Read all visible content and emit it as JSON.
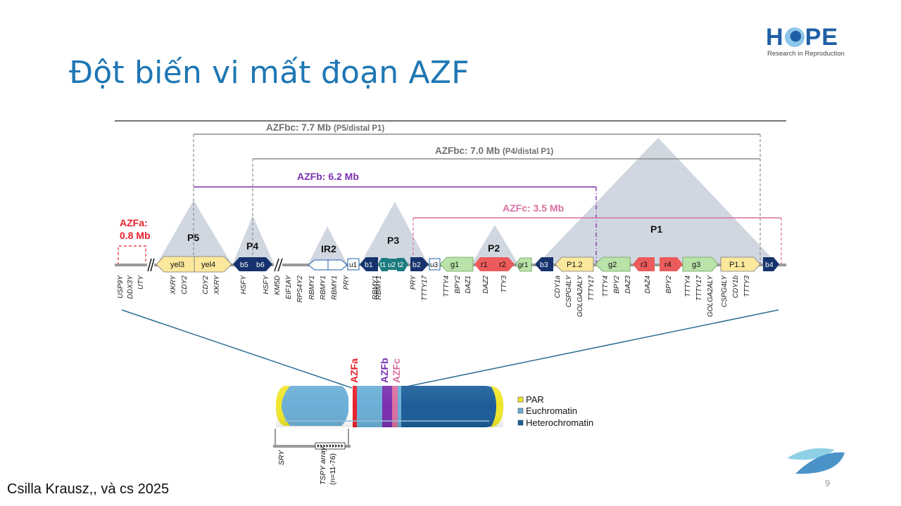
{
  "slide": {
    "title": "Đột biến vi mất đoạn AZF",
    "citation": "Csilla Krausz,, và cs 2025",
    "page_number": "9"
  },
  "logo": {
    "name_prefix": "H",
    "name_suffix": "PE",
    "tagline": "Research in Reproduction"
  },
  "colors": {
    "title_blue": "#1f77b4",
    "azfa_red": "#e8202a",
    "azfb_purple": "#7a2fb0",
    "azfc_pink": "#d96fa0",
    "bracket_gray": "#8c8c8c",
    "palindrome_fill": "#c9d0dc",
    "yel_fill": "#fbe89c",
    "g_fill": "#b9e3a8",
    "r_fill": "#ec5b5b",
    "b_fill": "#17336e",
    "t_fill": "#1c7b80",
    "heterochromatin": "#1b5d99",
    "euchromatin": "#6baed6",
    "par": "#f1e62a"
  },
  "brackets": {
    "azfbc_p5": {
      "bold": "AZFbc: 7.7 Mb",
      "rest": "(P5/distal P1)"
    },
    "azfbc_p4": {
      "bold": "AZFbc: 7.0 Mb",
      "rest": "(P4/distal P1)"
    },
    "azfb": "AZFb: 6.2 Mb",
    "azfc": "AZFc: 3.5 Mb",
    "azfa_line1": "AZFa:",
    "azfa_line2": "0.8 Mb"
  },
  "palindromes": {
    "p5": "P5",
    "p4": "P4",
    "ir2": "IR2",
    "p3": "P3",
    "p2": "P2",
    "p1": "P1"
  },
  "amplicons": {
    "yel3": "yel3",
    "yel4": "yel4",
    "b5": "b5",
    "b6": "b6",
    "u1": "u1",
    "b1": "b1",
    "t1": "t1",
    "u2": "u2",
    "t2": "t2",
    "b2": "b2",
    "u3": "u3",
    "g1": "g1",
    "r1": "r1",
    "r2": "r2",
    "gr1": "gr1",
    "b3": "b3",
    "p1_2": "P1.2",
    "g2": "g2",
    "r3": "r3",
    "r4": "r4",
    "g3": "g3",
    "p1_1": "P1.1",
    "b4": "b4"
  },
  "genes": [
    "USP9Y",
    "DDX3Y",
    "UTY",
    "XKRY",
    "CDY2",
    "CDY2",
    "XKRY",
    "HSFY",
    "HSFY",
    "KM5D",
    "EIF1AY",
    "RPS4Y2",
    "RBMY1",
    "RBMY1",
    "RBMY1",
    "PRY",
    "RBMY1",
    "RBMY1",
    "PRY",
    "TTTY17",
    "TTTY4",
    "BPY2",
    "DAZ1",
    "DAZ2",
    "TTY3",
    "CDY1a",
    "CSPG4LY",
    "GOLGA2ALY",
    "TTTY17",
    "TTTY4",
    "BPY2",
    "DAZ3",
    "DAZ4",
    "BPY2",
    "TTTY4",
    "TTTY17",
    "GOLGA2ALY",
    "CSPG4LY",
    "CDY1b",
    "TTTY3"
  ],
  "chromosome": {
    "labels": {
      "azfa": "AZFa",
      "azfb": "AZFb",
      "azfc": "AZFc"
    },
    "legend": [
      {
        "label": "PAR",
        "color": "#f1e62a"
      },
      {
        "label": "Euchromatin",
        "color": "#6baed6"
      },
      {
        "label": "Heterochromatin",
        "color": "#1b5d99"
      }
    ],
    "sry": "SRY",
    "tspy_line1": "TSPY array",
    "tspy_line2": "(n=11-76)"
  }
}
